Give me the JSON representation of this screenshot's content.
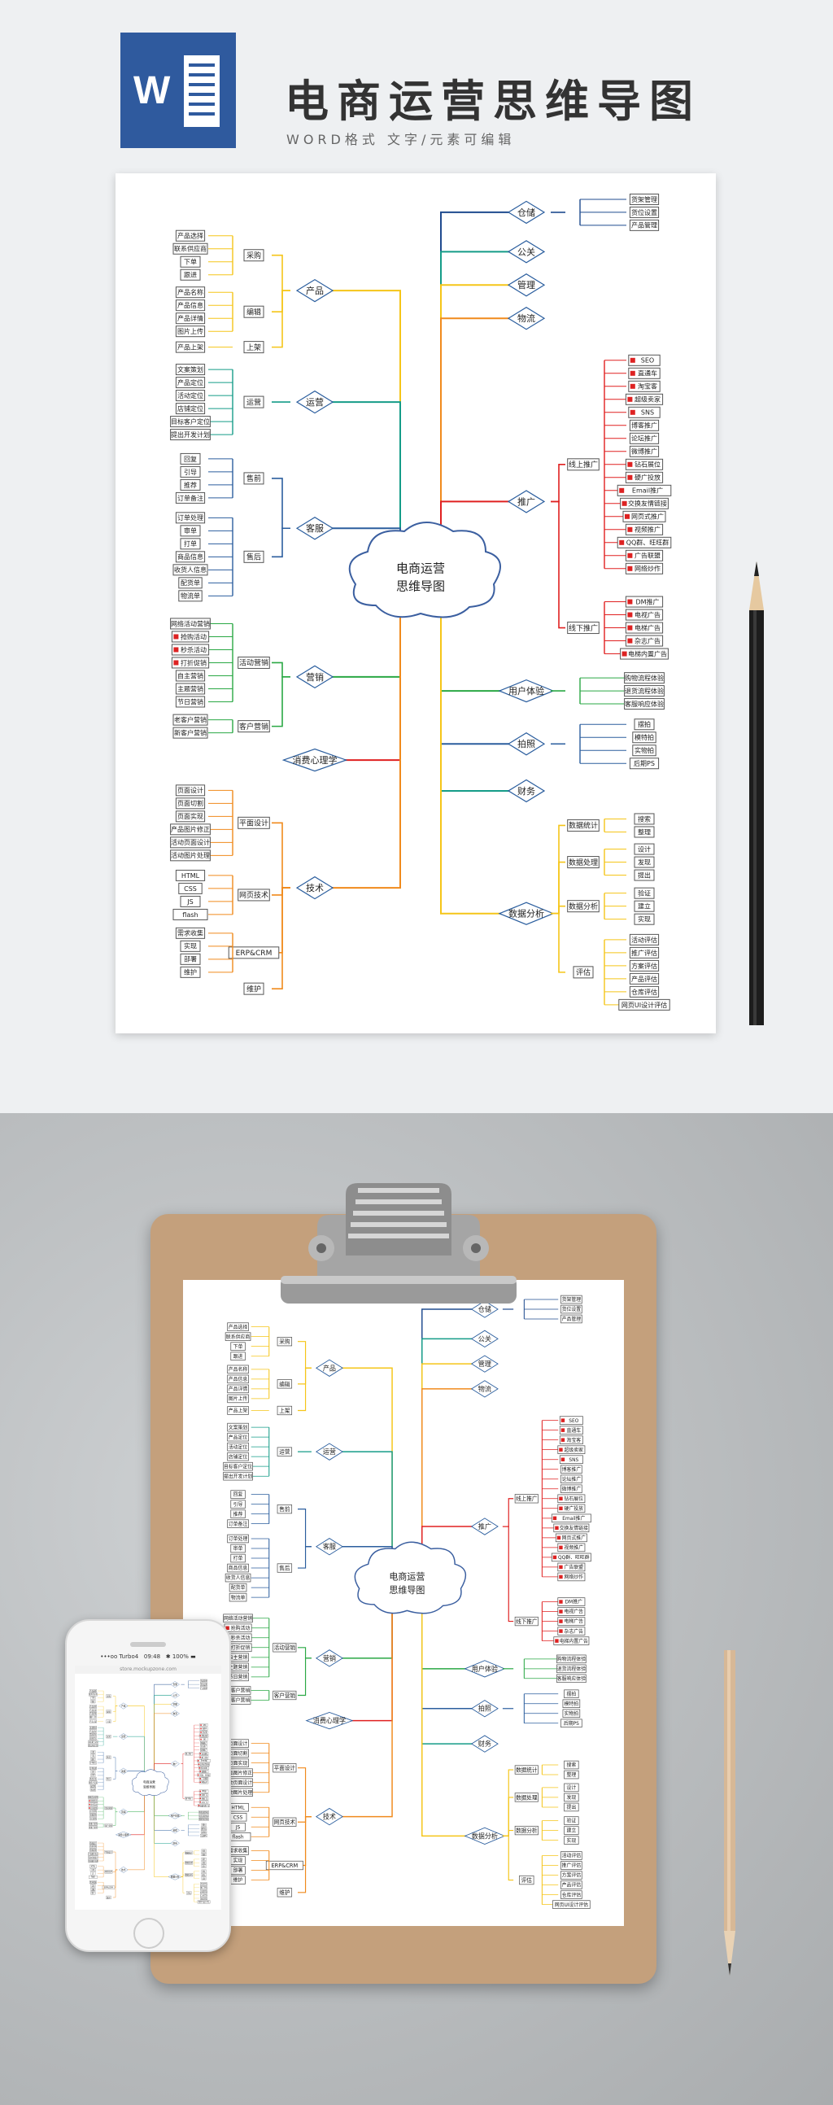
{
  "header": {
    "logo_letter": "W",
    "title": "电商运营思维导图",
    "subtitle": "WORD格式 文字/元素可编辑"
  },
  "phone": {
    "status_left": "•••oo Turbo4",
    "status_time": "09:48",
    "status_right": "✱ 100% ▬",
    "url": "store.mockupzone.com"
  },
  "mindmap": {
    "center": [
      "电商运营",
      "思维导图"
    ],
    "colors": {
      "yellow": "#f5c518",
      "teal": "#159c88",
      "green": "#2aa844",
      "red": "#e02020",
      "orange": "#f08a1c",
      "blue": "#2b5e9e",
      "navy": "#1f4b8f",
      "border": "#555555"
    },
    "branches": [
      {
        "label": "产品",
        "side": "left",
        "color": "yellow",
        "children": [
          {
            "label": "采购",
            "leaves": [
              {
                "t": "产品选择"
              },
              {
                "t": "联系供应商"
              },
              {
                "t": "下单"
              },
              {
                "t": "跟进"
              }
            ]
          },
          {
            "label": "编辑",
            "leaves": [
              {
                "t": "产品名称"
              },
              {
                "t": "产品信息"
              },
              {
                "t": "产品详情"
              },
              {
                "t": "图片上传"
              }
            ]
          },
          {
            "label": "上架",
            "leaves": [
              {
                "t": "产品上架"
              }
            ]
          }
        ]
      },
      {
        "label": "运营",
        "side": "left",
        "color": "teal",
        "children": [
          {
            "label": "运营",
            "leaves": [
              {
                "t": "文案策划"
              },
              {
                "t": "产品定位"
              },
              {
                "t": "活动定位"
              },
              {
                "t": "店铺定位"
              },
              {
                "t": "目标客户定位"
              },
              {
                "t": "提出开发计划"
              }
            ]
          }
        ]
      },
      {
        "label": "客服",
        "side": "left",
        "color": "blue",
        "children": [
          {
            "label": "售前",
            "leaves": [
              {
                "t": "回复"
              },
              {
                "t": "引导"
              },
              {
                "t": "推荐"
              },
              {
                "t": "订单备注"
              }
            ]
          },
          {
            "label": "售后",
            "leaves": [
              {
                "t": "订单处理"
              },
              {
                "t": "审单"
              },
              {
                "t": "打单"
              },
              {
                "t": "商品信息"
              },
              {
                "t": "收货人信息"
              },
              {
                "t": "配货单"
              },
              {
                "t": "物流单"
              }
            ]
          }
        ]
      },
      {
        "label": "营销",
        "side": "left",
        "color": "green",
        "children": [
          {
            "label": "活动营销",
            "leaves": [
              {
                "t": "网络活动营销"
              },
              {
                "t": "抢购活动",
                "flag": true
              },
              {
                "t": "秒杀活动",
                "flag": true
              },
              {
                "t": "打折促销",
                "flag": true
              },
              {
                "t": "自主营销"
              },
              {
                "t": "主题营销"
              },
              {
                "t": "节日营销"
              }
            ]
          },
          {
            "label": "客户营销",
            "leaves": [
              {
                "t": "老客户营销"
              },
              {
                "t": "新客户营销"
              }
            ]
          }
        ]
      },
      {
        "label": "消费心理学",
        "side": "left",
        "color": "red",
        "children": []
      },
      {
        "label": "技术",
        "side": "left",
        "color": "orange",
        "children": [
          {
            "label": "平面设计",
            "leaves": [
              {
                "t": "页面设计"
              },
              {
                "t": "页面切割"
              },
              {
                "t": "页面实现"
              },
              {
                "t": "产品图片修正"
              },
              {
                "t": "活动页面设计"
              },
              {
                "t": "活动图片处理"
              }
            ]
          },
          {
            "label": "网页技术",
            "leaves": [
              {
                "t": "HTML"
              },
              {
                "t": "CSS"
              },
              {
                "t": "JS"
              },
              {
                "t": "flash"
              }
            ]
          },
          {
            "label": "ERP&CRM",
            "leaves": [
              {
                "t": "需求收集"
              },
              {
                "t": "实现"
              },
              {
                "t": "部署"
              },
              {
                "t": "维护"
              }
            ]
          },
          {
            "label": "维护",
            "leaves": []
          }
        ]
      },
      {
        "label": "仓储",
        "side": "right",
        "color": "navy",
        "children": [
          {
            "label": "",
            "leaves": [
              {
                "t": "货架管理"
              },
              {
                "t": "货位设置"
              },
              {
                "t": "产品管理"
              }
            ]
          }
        ]
      },
      {
        "label": "公关",
        "side": "right",
        "color": "teal",
        "children": []
      },
      {
        "label": "管理",
        "side": "right",
        "color": "yellow",
        "children": []
      },
      {
        "label": "物流",
        "side": "right",
        "color": "orange",
        "children": []
      },
      {
        "label": "推广",
        "side": "right",
        "color": "red",
        "children": [
          {
            "label": "线上推广",
            "leaves": [
              {
                "t": "SEO",
                "flag": true
              },
              {
                "t": "直通车",
                "flag": true
              },
              {
                "t": "淘宝客",
                "flag": true
              },
              {
                "t": "超级卖家",
                "flag": true
              },
              {
                "t": "SNS",
                "flag": true
              },
              {
                "t": "博客推广"
              },
              {
                "t": "论坛推广"
              },
              {
                "t": "微博推广"
              },
              {
                "t": "钻石展位",
                "flag": true
              },
              {
                "t": "硬广投放",
                "flag": true
              },
              {
                "t": "Email推广",
                "flag": true
              },
              {
                "t": "交换友情链接",
                "flag": true
              },
              {
                "t": "网页式推广",
                "flag": true
              },
              {
                "t": "视频推广",
                "flag": true
              },
              {
                "t": "QQ群、旺旺群",
                "flag": true
              },
              {
                "t": "广告联盟",
                "flag": true
              },
              {
                "t": "网络炒作",
                "flag": true
              }
            ]
          },
          {
            "label": "线下推广",
            "leaves": [
              {
                "t": "DM推广",
                "flag": true
              },
              {
                "t": "电视广告",
                "flag": true
              },
              {
                "t": "电梯广告",
                "flag": true
              },
              {
                "t": "杂志广告",
                "flag": true
              },
              {
                "t": "电梯内置广告",
                "flag": true
              }
            ]
          }
        ]
      },
      {
        "label": "用户体验",
        "side": "right",
        "color": "green",
        "children": [
          {
            "label": "",
            "leaves": [
              {
                "t": "购物流程体验"
              },
              {
                "t": "退货流程体验"
              },
              {
                "t": "客服响应体验"
              }
            ]
          }
        ]
      },
      {
        "label": "拍照",
        "side": "right",
        "color": "blue",
        "children": [
          {
            "label": "",
            "leaves": [
              {
                "t": "摆拍"
              },
              {
                "t": "模特拍"
              },
              {
                "t": "实物拍"
              },
              {
                "t": "后期PS"
              }
            ]
          }
        ]
      },
      {
        "label": "财务",
        "side": "right",
        "color": "teal",
        "children": []
      },
      {
        "label": "数据分析",
        "side": "right",
        "color": "yellow",
        "children": [
          {
            "label": "数据统计",
            "leaves": [
              {
                "t": "搜索"
              },
              {
                "t": "整理"
              }
            ]
          },
          {
            "label": "数据处理",
            "leaves": [
              {
                "t": "设计"
              },
              {
                "t": "发现"
              },
              {
                "t": "提出"
              }
            ]
          },
          {
            "label": "数据分析",
            "leaves": [
              {
                "t": "验证"
              },
              {
                "t": "建立"
              },
              {
                "t": "实现"
              }
            ]
          },
          {
            "label": "评估",
            "leaves": [
              {
                "t": "活动评估"
              },
              {
                "t": "推广评估"
              },
              {
                "t": "方案评估"
              },
              {
                "t": "产品评估"
              },
              {
                "t": "仓库评估"
              },
              {
                "t": "网页UI设计评估"
              }
            ]
          }
        ]
      }
    ]
  }
}
